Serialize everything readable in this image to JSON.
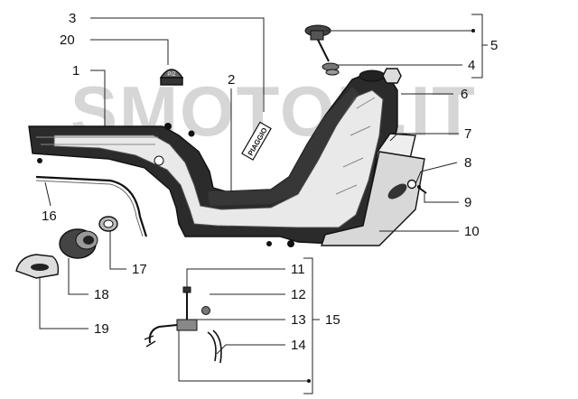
{
  "watermark": "SMOTOR.IT",
  "tank_label": "PIAGGIO",
  "cap_label": "P/Z",
  "callouts": {
    "c1": "1",
    "c2": "2",
    "c3": "3",
    "c4": "4",
    "c5": "5",
    "c6": "6",
    "c7": "7",
    "c8": "8",
    "c9": "9",
    "c10": "10",
    "c11": "11",
    "c12": "12",
    "c13": "13",
    "c14": "14",
    "c15": "15",
    "c16": "16",
    "c17": "17",
    "c18": "18",
    "c19": "19",
    "c20": "20"
  },
  "colors": {
    "ink": "#111111",
    "watermark": "#c9c9c9",
    "background": "#ffffff"
  }
}
